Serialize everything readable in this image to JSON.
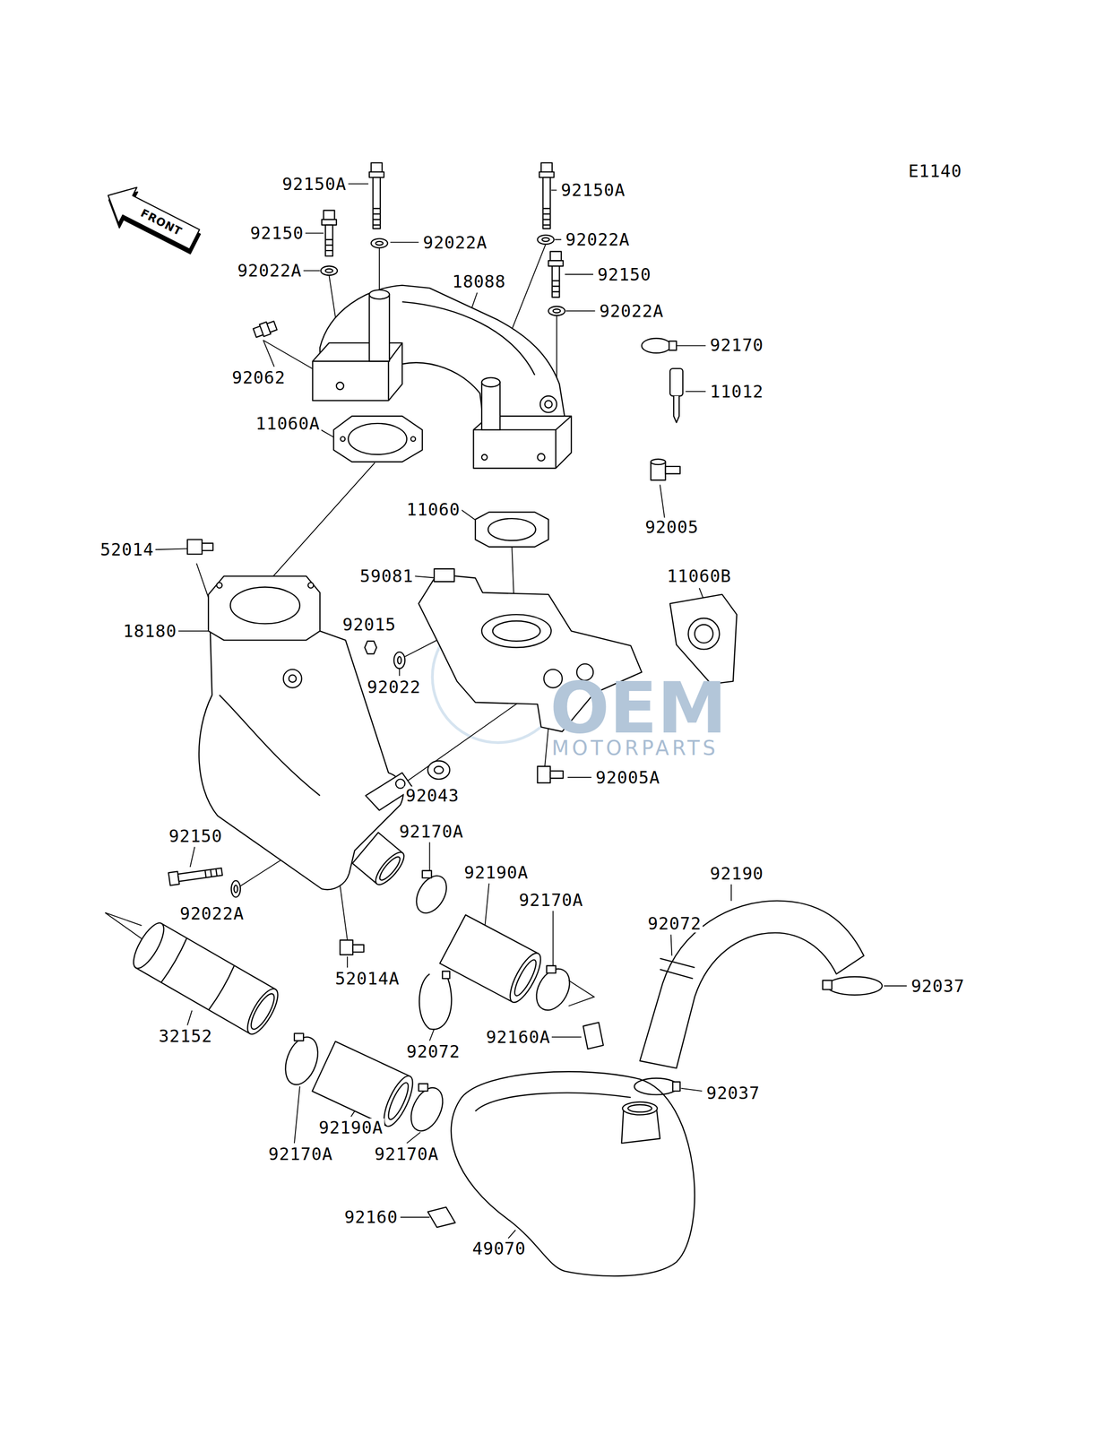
{
  "diagram": {
    "labels": [
      "E1140",
      "FRONT",
      "92150A",
      "92150A",
      "92150",
      "92022A",
      "92022A",
      "92022A",
      "18088",
      "92150",
      "92022A",
      "92170",
      "92062",
      "11012",
      "11060A",
      "11060",
      "92005",
      "52014",
      "59081",
      "11060B",
      "92015",
      "18180",
      "92022",
      "OEM",
      "MOTORPARTS",
      "92005A",
      "92043",
      "92170A",
      "92150",
      "92190A",
      "92190",
      "92170A",
      "92022A",
      "92072",
      "52014A",
      "92037",
      "32152",
      "92160A",
      "92072",
      "92037",
      "92190A",
      "92170A",
      "92170A",
      "92160",
      "49070"
    ]
  }
}
